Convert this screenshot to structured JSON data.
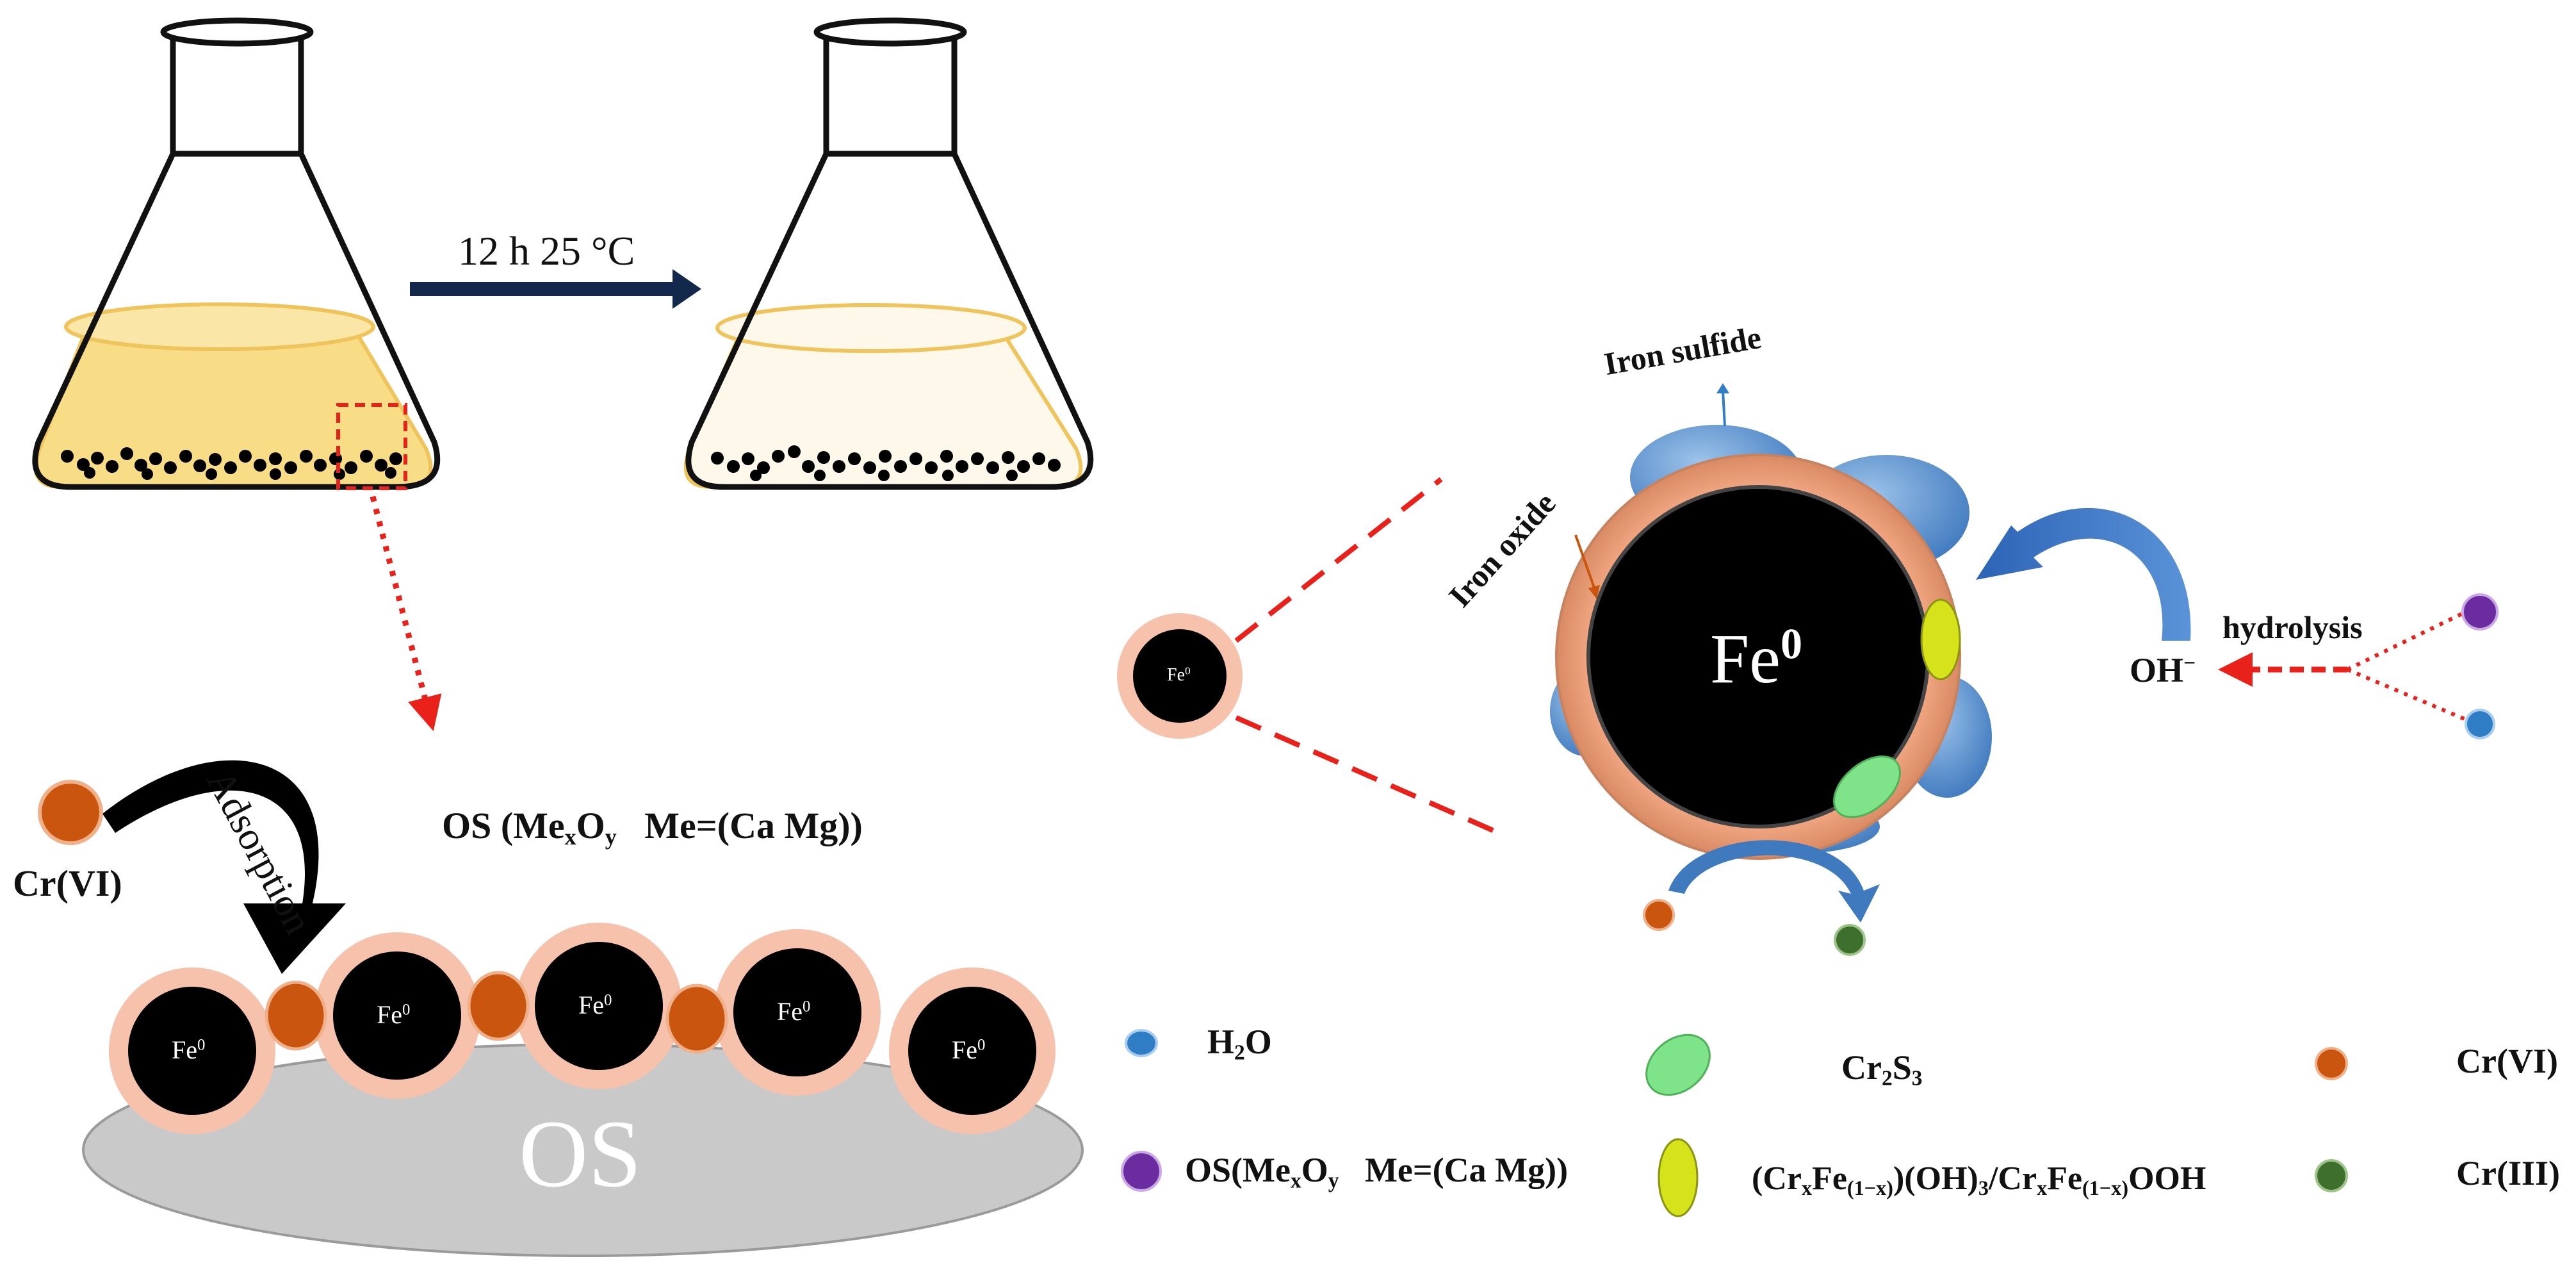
{
  "arrow_label": "12 h  25 °C",
  "adsorption_label": "Adsorption",
  "os_formula": {
    "a": "OS (Me",
    "b": "x",
    "c": "O",
    "d": "y",
    "e": "   Me=(Ca Mg))"
  },
  "cr6_label": "Cr(VI)",
  "particle": {
    "base": "Fe",
    "sup": "0"
  },
  "os_label": "OS",
  "iron_sulfide": "Iron sulfide",
  "iron_oxide": "Iron oxide",
  "hydrolysis": "hydrolysis",
  "oh": {
    "base": "OH",
    "sup": "−"
  },
  "legend": {
    "h2o": {
      "a": "H",
      "b": "2",
      "c": "O"
    },
    "os": {
      "a": "OS(Me",
      "b": "x",
      "c": "O",
      "d": "y",
      "e": "   Me=(Ca Mg))"
    },
    "cr2s3": {
      "a": "Cr",
      "b": "2",
      "c": "S",
      "d": "3"
    },
    "hydroxide": {
      "a": "(Cr",
      "b": "x",
      "c": "Fe",
      "d": "(1−x)",
      "e": ")(OH)",
      "f": "3",
      "g": "/Cr",
      "h": "x",
      "i": "Fe",
      "j": "(1−x)",
      "k": "OOH"
    },
    "cr6": "Cr(VI)",
    "cr3": "Cr(III)"
  },
  "colors": {
    "solution": "#f8dc86",
    "solution_rim": "#f0c45c",
    "cr6": "#c9550e",
    "cr3": "#3f6f2c",
    "water": "#2f7dc4",
    "os_ion": "#6a2c9e",
    "cr2s3": "#7fe38a",
    "hydroxide": "#d6e21a",
    "shell": "#f6b9a0",
    "sulfide": "#4f86c6",
    "dashed_red": "#e8211a",
    "dark_arrow": "#13294b"
  }
}
